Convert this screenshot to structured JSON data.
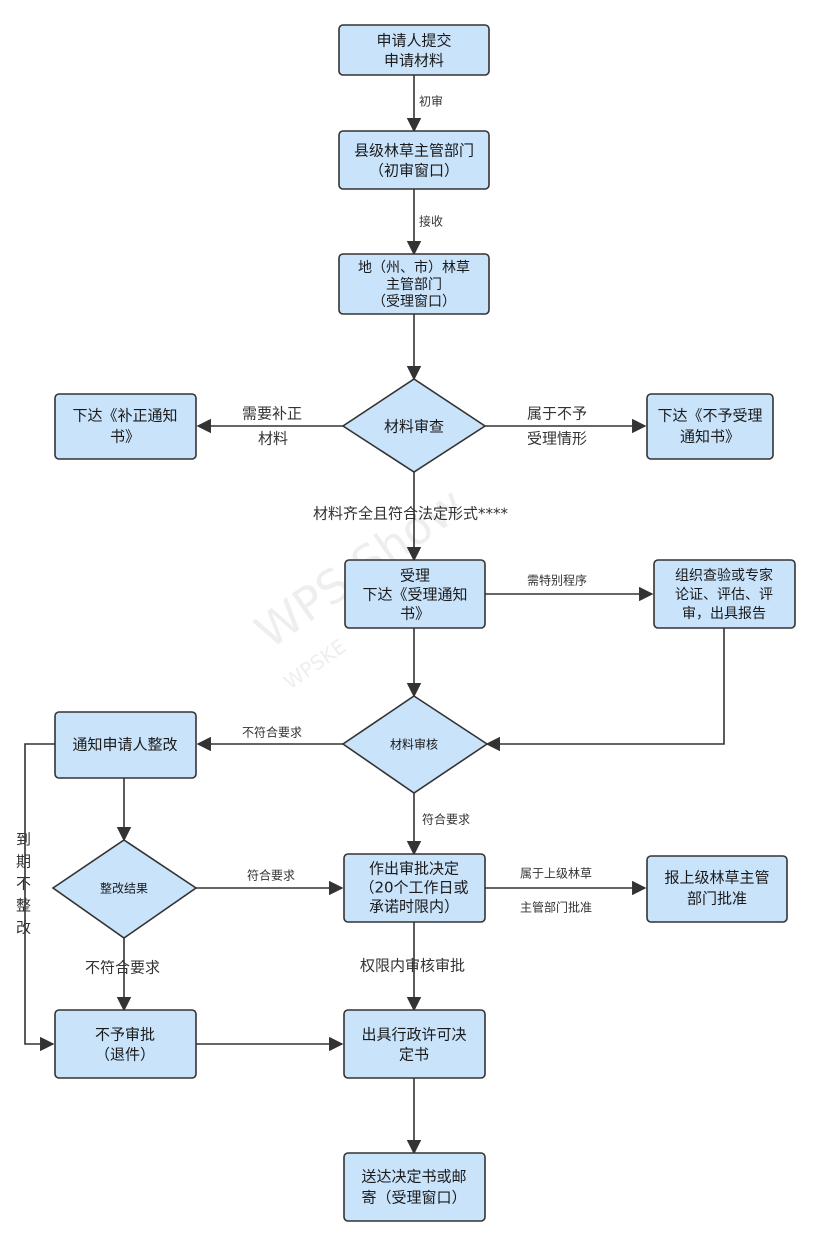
{
  "nodes": {
    "submit": [
      "申请人提交",
      "申请材料"
    ],
    "county": [
      "县级林草主管部门",
      "（初审窗口）"
    ],
    "prefecture": [
      "地（州、市）林草",
      "主管部门",
      "（受理窗口）"
    ],
    "review": [
      "材料审查"
    ],
    "supplement": [
      "下达《补正通知",
      "书》"
    ],
    "reject_notice": [
      "下达《不予受理",
      "通知书》"
    ],
    "accept": [
      "受理",
      "下达《受理通知",
      "书》"
    ],
    "special": [
      "组织查验或专家",
      "论证、评估、评",
      "审，出具报告"
    ],
    "audit": [
      "材料审核"
    ],
    "notify_fix": [
      "通知申请人整改"
    ],
    "fix_result": [
      "整改结果"
    ],
    "decision": [
      "作出审批决定",
      "（20个工作日或",
      "承诺时限内）"
    ],
    "upper": [
      "报上级林草主管",
      "部门批准"
    ],
    "deny": [
      "不予审批",
      "（退件）"
    ],
    "license": [
      "出具行政许可决",
      "定书"
    ],
    "deliver": [
      "送达决定书或邮",
      "寄（受理窗口）"
    ]
  },
  "edges": {
    "initial_review": "初审",
    "receive": "接收",
    "need_supplement": [
      "需要补正",
      "材料"
    ],
    "not_accept_case": [
      "属于不予",
      "受理情形"
    ],
    "complete_legal": "材料齐全且符合法定形式****",
    "special_procedure": "需特别程序",
    "not_meet_1": "不符合要求",
    "meet_1": "符合要求",
    "meet_2": "符合要求",
    "upper_level": [
      "属于上级林草",
      "主管部门批准"
    ],
    "within_authority": "权限内审核审批",
    "not_meet_2": "不符合要求",
    "expired": [
      "到",
      "期",
      "不",
      "整",
      "改"
    ]
  },
  "watermark": [
    "WPS Show",
    "WPSKE"
  ],
  "colors": {
    "box_fill": "#c9e3fb",
    "box_stroke": "#333333",
    "arrow": "#333333"
  }
}
